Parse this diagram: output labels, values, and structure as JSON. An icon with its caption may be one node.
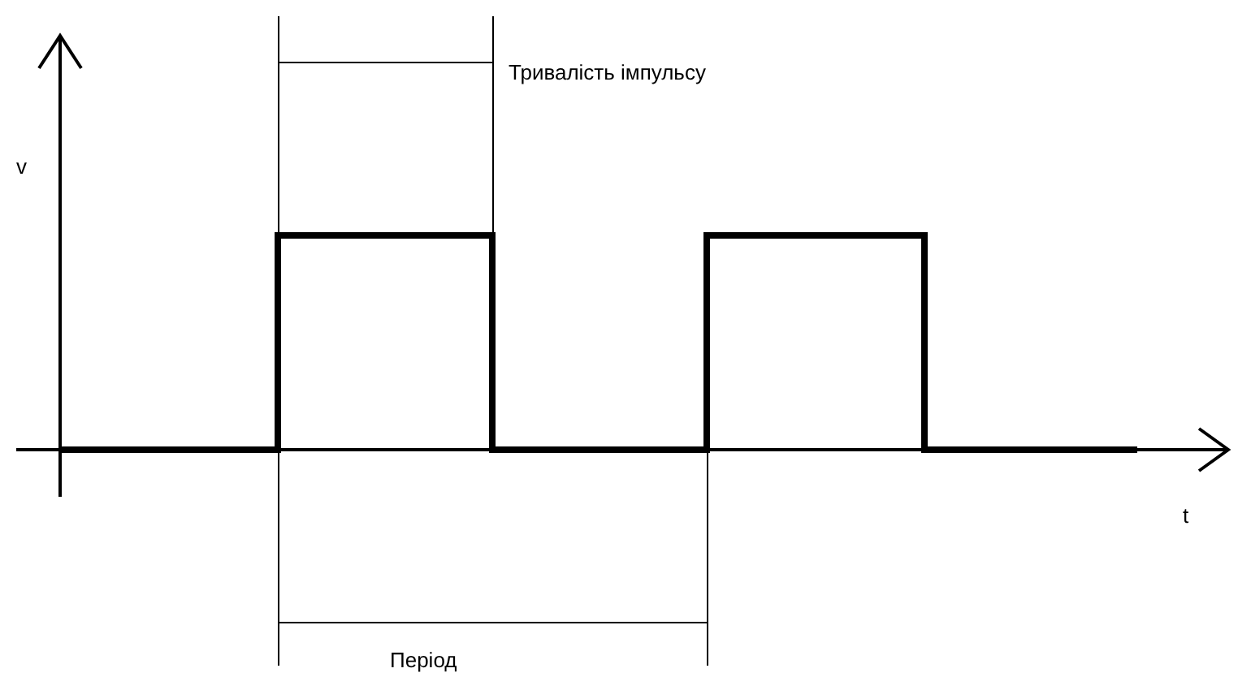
{
  "diagram": {
    "labels": [
      "Тривалість імпульсу",
      "v",
      "t",
      "Період"
    ]
  }
}
